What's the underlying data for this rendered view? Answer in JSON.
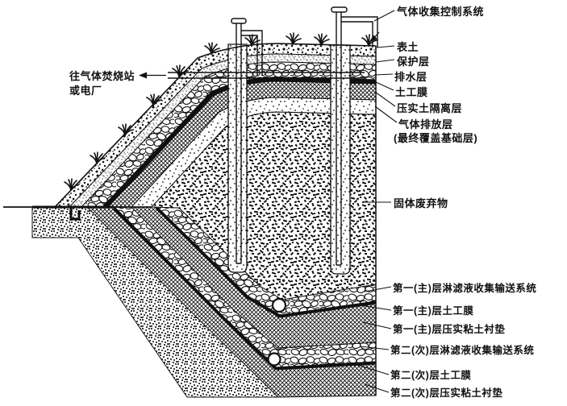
{
  "diagram": {
    "type": "landfill-cross-section",
    "colors": {
      "ink": "#111111",
      "background": "#ffffff"
    },
    "left_label": {
      "line1": "往气体焚烧站",
      "line2": "或电厂"
    },
    "labels": {
      "gas_control": "气体收集控制系统",
      "topsoil": "表土",
      "protection": "保护层",
      "drainage": "排水层",
      "geomembrane": "土工膜",
      "isolation": "压实土隔离层",
      "venting": "气体排放层",
      "venting_sub": "(最终覆盖基础层)",
      "waste": "固体废弃物",
      "liner1_collection": "第一(主)层淋滤液收集输送系统",
      "liner1_membrane": "第一(主)层土工膜",
      "liner1_clay": "第一(主)层压实粘土衬垫",
      "liner2_collection": "第二(次)层淋滤液收集输送系统",
      "liner2_membrane": "第二(次)层土工膜",
      "liner2_clay": "第二(次)层压实粘土衬垫"
    },
    "icons": {
      "gas_flow_arrow": "left-arrow",
      "gas_into_cover_arrow": "down-left-arrow"
    }
  }
}
